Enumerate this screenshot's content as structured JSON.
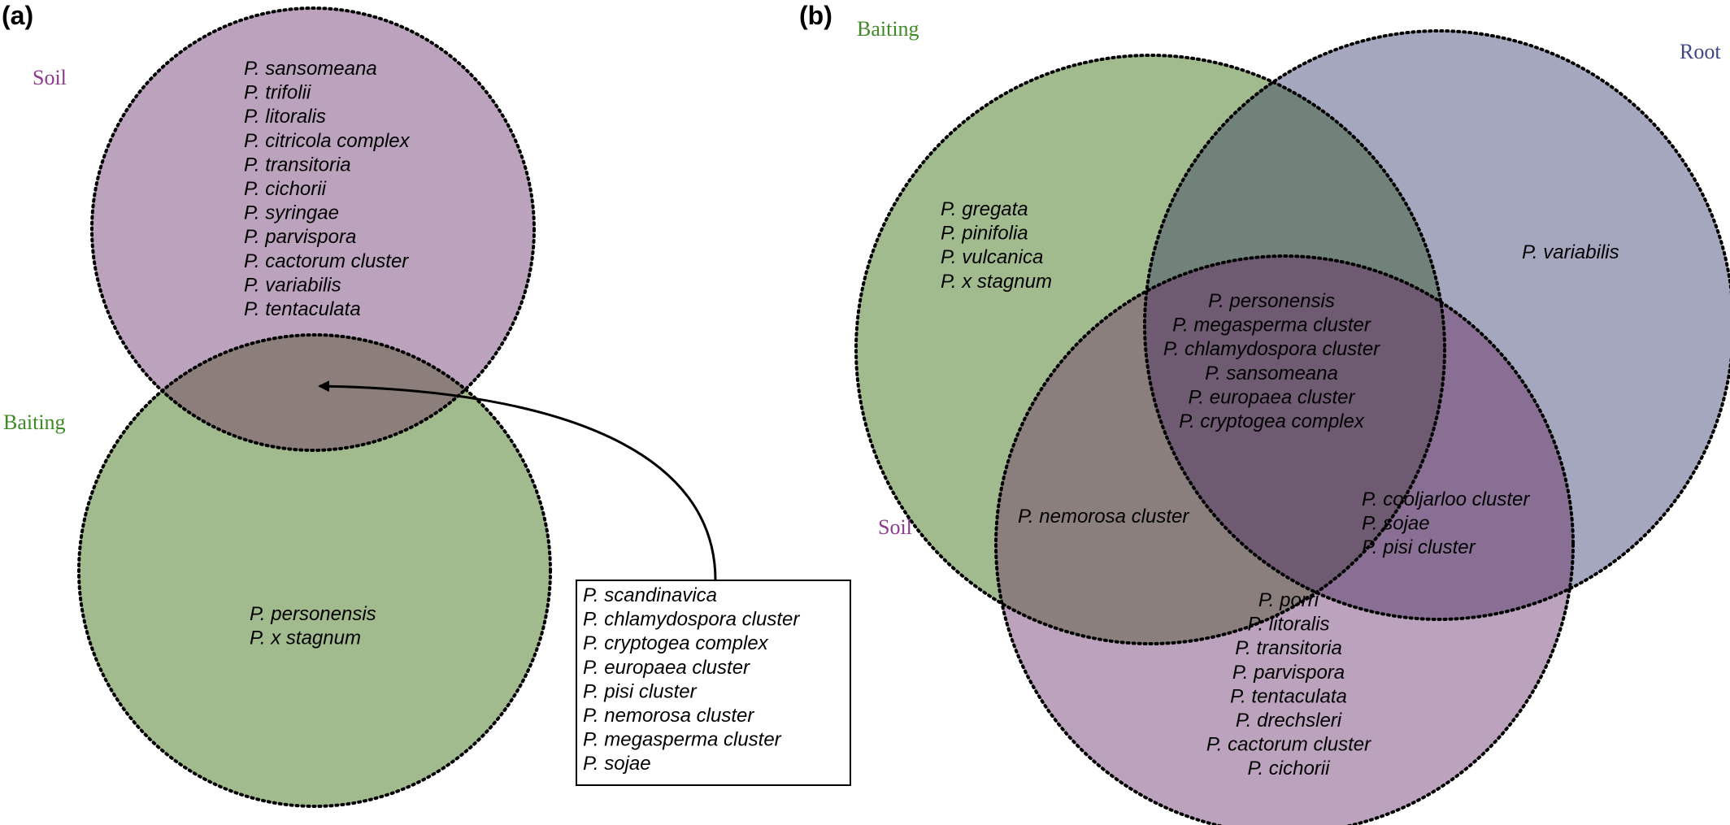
{
  "colors": {
    "soil": "#bba2bd",
    "baiting": "#a2bb8e",
    "root": "#a5a7bf",
    "soil_label": "#8b3c8a",
    "baiting_label": "#3f8a26",
    "root_label": "#3f4585",
    "overlap_soil_baiting_a": "#8c7e7b",
    "overlap_baiting_root": "#70827a",
    "overlap_baiting_soil": "#8b7f7e",
    "overlap_soil_root": "#896f94",
    "overlap_all": "#6e5a71"
  },
  "panel_a": {
    "tag": "(a)",
    "labels": {
      "soil": "Soil",
      "baiting": "Baiting"
    },
    "soil_only": [
      "P. sansomeana",
      "P. trifolii",
      "P. litoralis",
      "P. citricola complex",
      "P. transitoria",
      "P. cichorii",
      "P. syringae",
      "P. parvispora",
      "P. cactorum cluster",
      "P. variabilis",
      "P. tentaculata"
    ],
    "baiting_only": [
      "P. personensis",
      "P. x stagnum"
    ],
    "shared_box": [
      "P. scandinavica",
      "P. chlamydospora cluster",
      "P. cryptogea complex",
      "P. europaea cluster",
      "P. pisi cluster",
      "P. nemorosa cluster",
      "P. megasperma cluster",
      "P. sojae"
    ]
  },
  "panel_b": {
    "tag": "(b)",
    "labels": {
      "baiting": "Baiting",
      "root": "Root",
      "soil": "Soil"
    },
    "baiting_only": [
      "P. gregata",
      "P. pinifolia",
      "P. vulcanica",
      "P. x stagnum"
    ],
    "root_only": [
      "P. variabilis"
    ],
    "all_three": [
      "P. personensis",
      "P. megasperma cluster",
      "P. chlamydospora cluster",
      "P. sansomeana",
      "P. europaea cluster",
      "P. cryptogea complex"
    ],
    "baiting_soil": [
      "P. nemorosa cluster"
    ],
    "root_soil": [
      "P. cooljarloo cluster",
      "P. sojae",
      "P. pisi cluster"
    ],
    "soil_only": [
      "P. porri",
      "P. litoralis",
      "P. transitoria",
      "P. parvispora",
      "P. tentaculata",
      "P. drechsleri",
      "P. cactorum cluster",
      "P. cichorii"
    ]
  }
}
